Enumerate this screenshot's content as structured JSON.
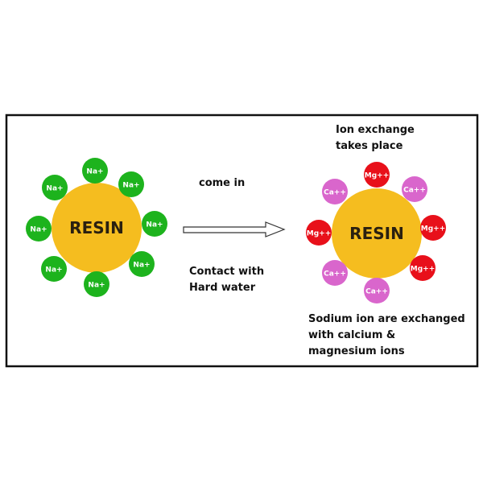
{
  "colors": {
    "resin": "#f5bd1f",
    "sodium": "#1db31d",
    "magnesium": "#e8101a",
    "calcium": "#d966cc",
    "border": "#111111"
  },
  "before": {
    "resin_label": "RESIN",
    "ions": [
      "Na+",
      "Na+",
      "Na+",
      "Na+",
      "Na+",
      "Na+",
      "Na+",
      "Na+"
    ]
  },
  "after": {
    "resin_label": "RESIN",
    "ions": [
      "Mg++",
      "Ca++",
      "Ca++",
      "Mg++",
      "Mg++",
      "Ca++",
      "Mg++",
      "Ca++"
    ]
  },
  "labels": {
    "come_in": "come in",
    "contact_1": "Contact with",
    "contact_2": "Hard water",
    "exchange_1": "Ion exchange",
    "exchange_2": "takes place",
    "result_1": "Sodium ion are exchanged",
    "result_2": "with calcium &",
    "result_3": "magnesium ions"
  }
}
